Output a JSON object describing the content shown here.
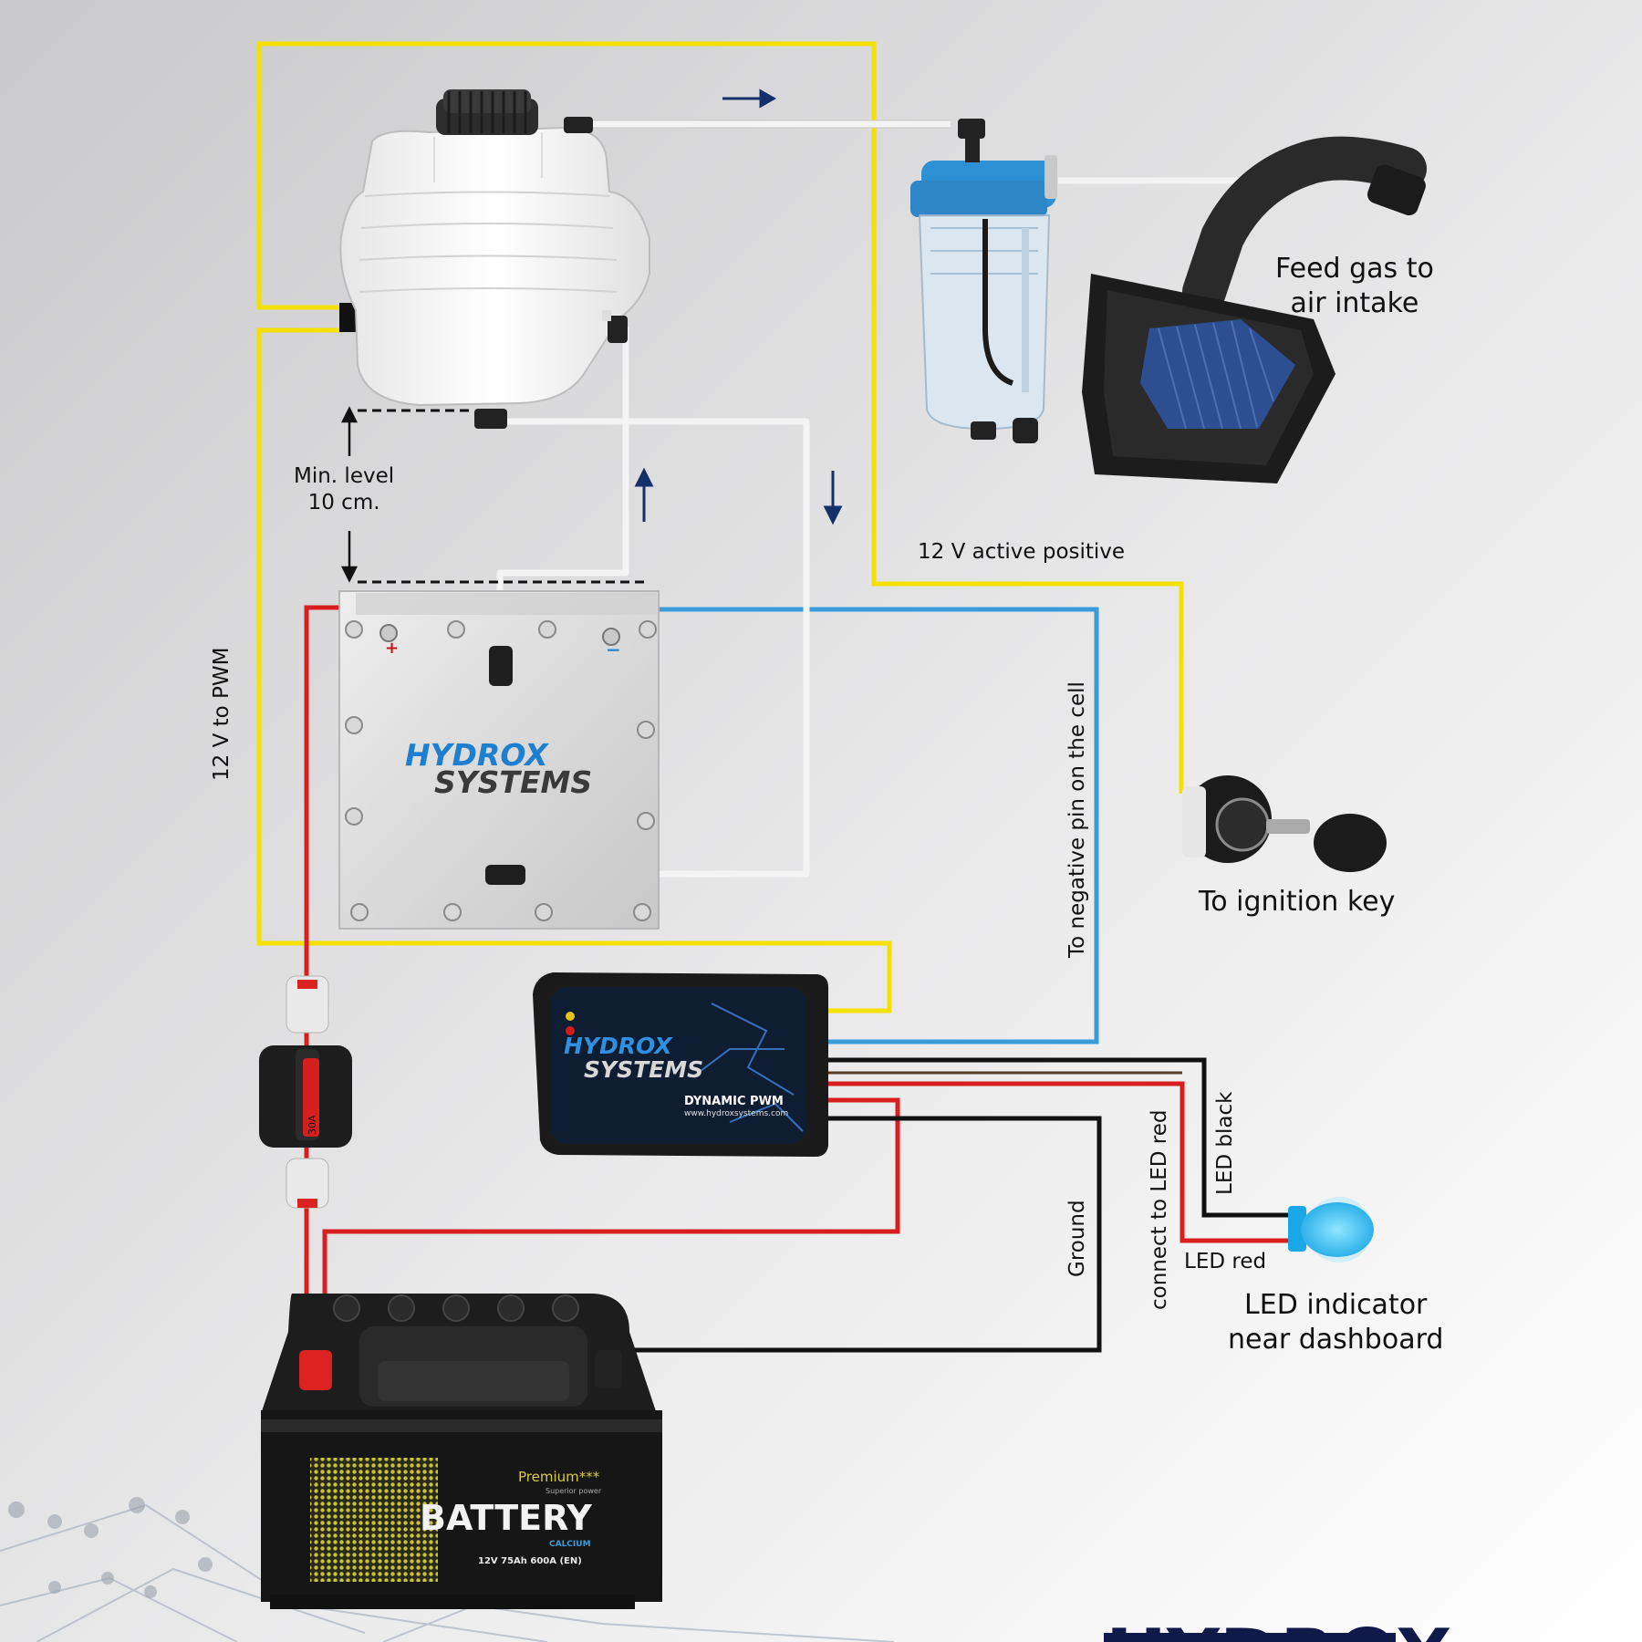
{
  "labels": {
    "min_level": "Min. level\n10 cm.",
    "feed_gas": "Feed gas to\nair intake",
    "active_positive": "12 V active positive",
    "ignition": "To ignition key",
    "twelve_v_pwm": "12 V to PWM",
    "negative_pin": "To negative pin on the cell",
    "ground": "Ground",
    "connect_led_red": "connect to LED red",
    "led_black": "LED black",
    "led_red": "LED red",
    "led_indicator": "LED indicator\nnear dashboard"
  },
  "cell": {
    "brand1": "HYDROX",
    "brand2": "SYSTEMS",
    "plus": "+",
    "minus": "−"
  },
  "pwm": {
    "brand1": "HYDROX",
    "brand2": "SYSTEMS",
    "model": "DYNAMIC PWM",
    "url": "www.hydroxsystems.com"
  },
  "fuse": {
    "rating": "30A"
  },
  "battery": {
    "grade": "Premium***",
    "tagline": "Superior power",
    "title": "BATTERY",
    "type": "CALCIUM",
    "spec": "12V 75Ah 600A (EN)"
  },
  "footer": {
    "logo": "HYDROX"
  },
  "colors": {
    "positive_wire": "#f5e100",
    "red_wire": "#d81e1e",
    "blue_wire": "#3a9bd9",
    "black_wire": "#111111",
    "hose": "#f4f4f4",
    "arrow": "#14306b",
    "brand_blue": "#1e7fd0"
  }
}
